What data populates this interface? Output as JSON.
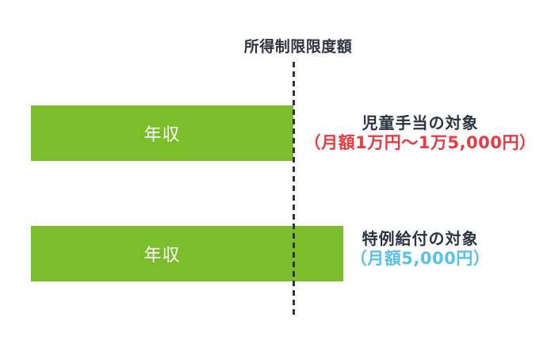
{
  "diagram": {
    "threshold_label": "所得制限限度額",
    "bars": [
      {
        "label": "年収"
      },
      {
        "label": "年収"
      }
    ],
    "annotations": [
      {
        "title": "児童手当の対象",
        "amount": "（月額1万円～1万5,000円）"
      },
      {
        "title": "特例給付の対象",
        "amount": "（月額5,000円）"
      }
    ],
    "colors": {
      "bar_green": "#7CBD2C",
      "text_dark": "#2B3440",
      "amount_red": "#EA3A40",
      "amount_blue": "#57C1E9",
      "bar_label_white": "#FFFFFF"
    }
  }
}
